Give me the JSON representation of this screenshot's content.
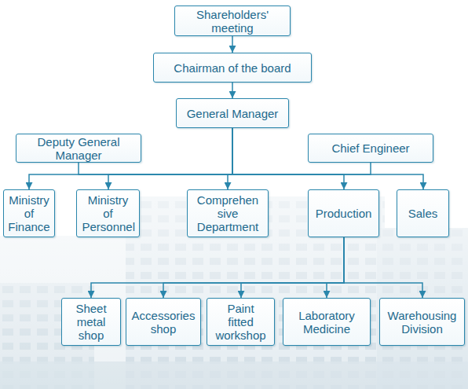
{
  "diagram": {
    "nodes": [
      {
        "text": [
          "Shareholders' meeting"
        ]
      },
      {
        "text": [
          "Chairman of the board"
        ]
      },
      {
        "text": [
          "General Manager"
        ]
      },
      {
        "text": [
          "Deputy General Manager"
        ]
      },
      {
        "text": [
          "Chief Engineer"
        ]
      },
      {
        "text": [
          "Ministry of Finance"
        ]
      },
      {
        "text": [
          "Ministry of Personnel"
        ]
      },
      {
        "text": [
          "Comprehen sive Department"
        ]
      },
      {
        "text": [
          "Production"
        ]
      },
      {
        "text": [
          "Sales"
        ]
      },
      {
        "text": [
          "Sheet metal shop"
        ]
      },
      {
        "text": [
          "Accessories shop"
        ]
      },
      {
        "text": [
          "Paint fitted workshop"
        ]
      },
      {
        "text": [
          "Laboratory Medicine"
        ]
      },
      {
        "text": [
          "Warehousing Division"
        ]
      }
    ],
    "edges": [
      {
        "from": 0,
        "to": 1,
        "arrow": "to"
      },
      {
        "from": 1,
        "to": 2,
        "arrow": "to"
      },
      {
        "from": 2,
        "to": 3,
        "arrow": "none"
      },
      {
        "from": 2,
        "to": 4,
        "arrow": "none"
      },
      {
        "from": 2,
        "to": 5,
        "arrow": "to"
      },
      {
        "from": 2,
        "to": 6,
        "arrow": "to"
      },
      {
        "from": 2,
        "to": 7,
        "arrow": "to"
      },
      {
        "from": 2,
        "to": 8,
        "arrow": "to"
      },
      {
        "from": 2,
        "to": 9,
        "arrow": "to"
      },
      {
        "from": 8,
        "to": 10,
        "arrow": "to"
      },
      {
        "from": 8,
        "to": 11,
        "arrow": "to"
      },
      {
        "from": 8,
        "to": 12,
        "arrow": "to"
      },
      {
        "from": 8,
        "to": 13,
        "arrow": "to"
      },
      {
        "from": 8,
        "to": 14,
        "arrow": "to"
      }
    ]
  }
}
